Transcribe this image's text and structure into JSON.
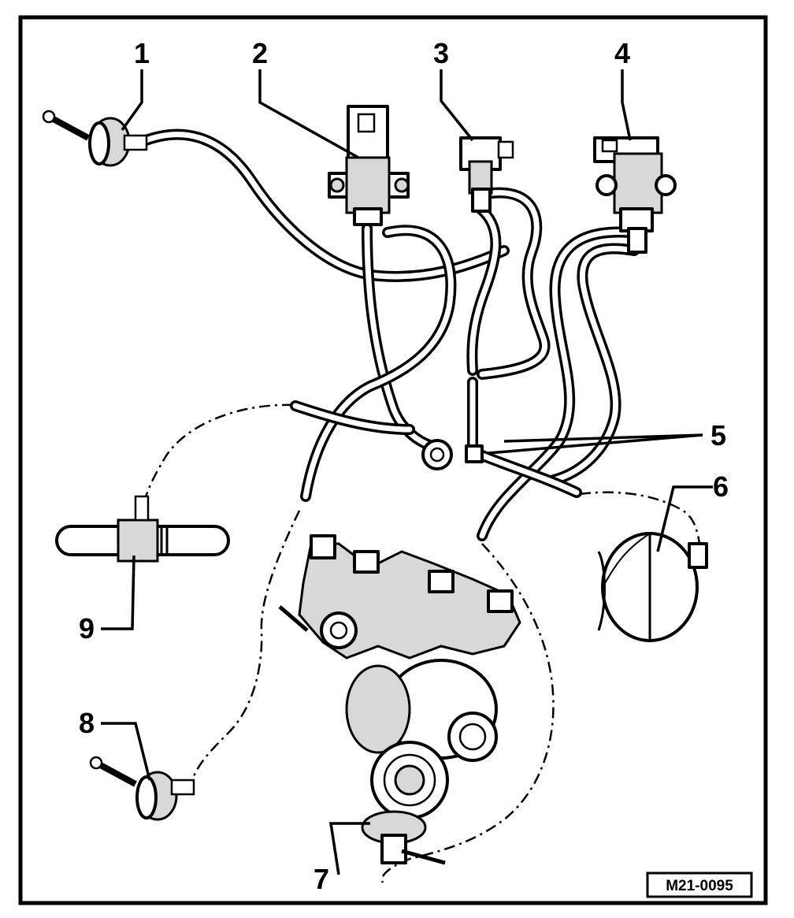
{
  "diagram": {
    "reference_code": "M21-0095",
    "callouts": [
      {
        "number": "1"
      },
      {
        "number": "2"
      },
      {
        "number": "3"
      },
      {
        "number": "4"
      },
      {
        "number": "5"
      },
      {
        "number": "6"
      },
      {
        "number": "7"
      },
      {
        "number": "8"
      },
      {
        "number": "9"
      }
    ]
  }
}
